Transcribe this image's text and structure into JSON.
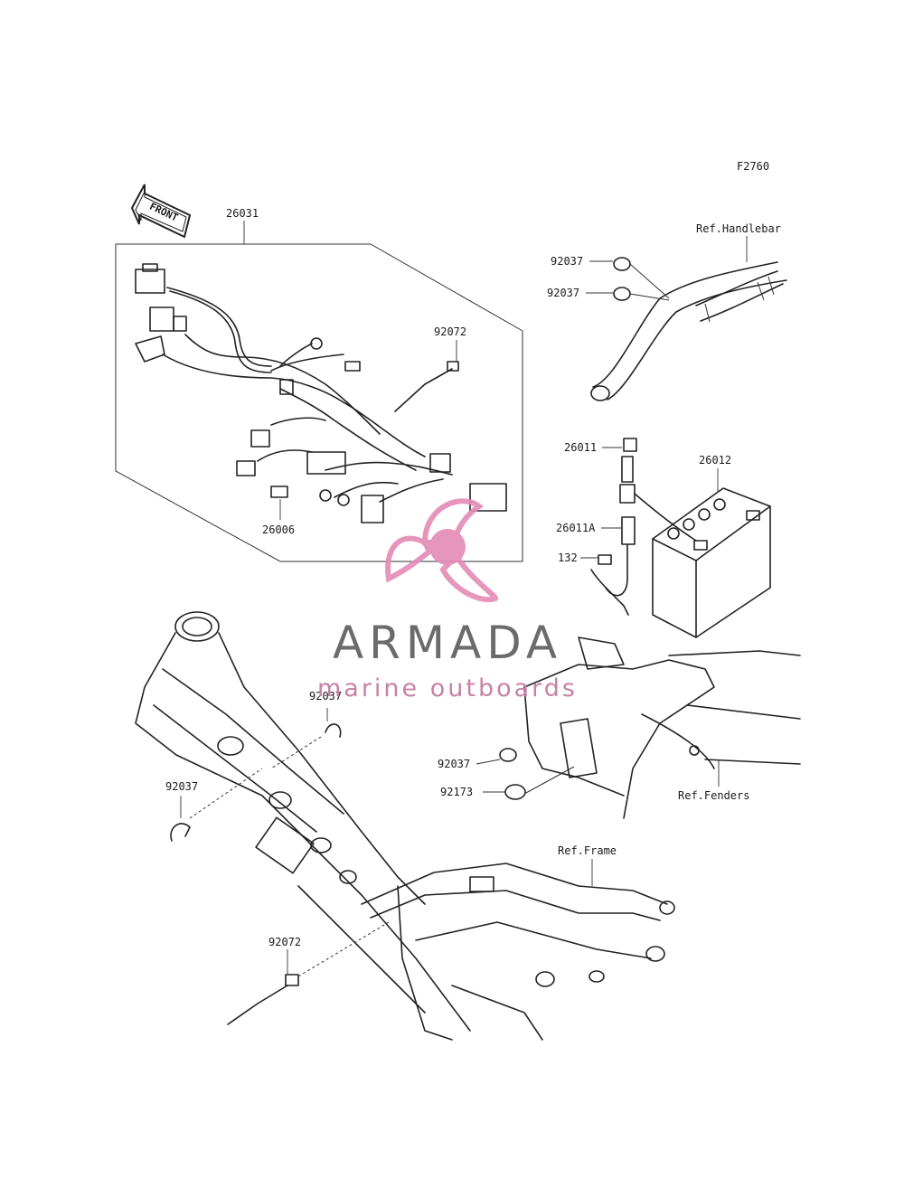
{
  "figure_code": "F2760",
  "front_arrow": "FRONT",
  "callouts": {
    "harness": "26031",
    "harness_tie": "92072",
    "harness_part": "26006",
    "clamp_top_1": "92037",
    "clamp_top_2": "92037",
    "ref_handlebar": "Ref.Handlebar",
    "lead": "26011",
    "battery": "26012",
    "lead_a": "26011A",
    "bolt": "132",
    "clamp_frame": "92037",
    "clamp_left": "92037",
    "clamp_tray": "92037",
    "holder": "92173",
    "ref_fenders": "Ref.Fenders",
    "ref_frame": "Ref.Frame",
    "frame_tie": "92072"
  },
  "watermark": {
    "brand": "ARMADA",
    "tagline": "marine outboards",
    "logo_color": "#e48bb5",
    "text_color": "#6b6b6b",
    "tagline_color": "#c882a6"
  }
}
